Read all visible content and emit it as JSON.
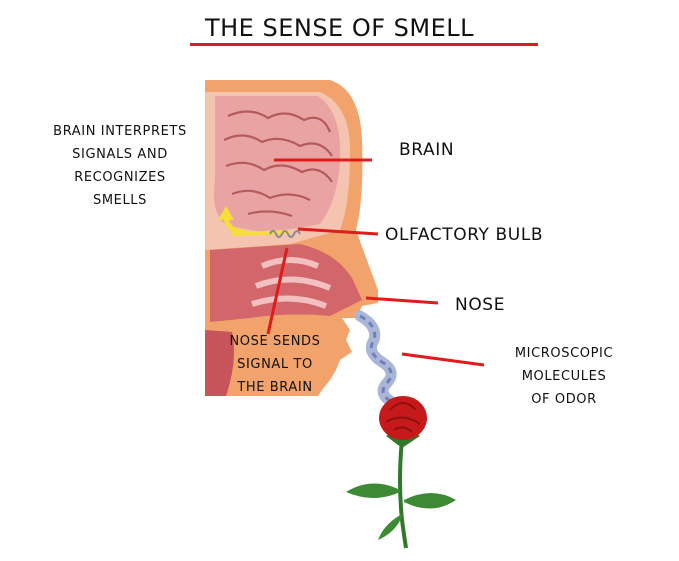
{
  "title": "THE SENSE OF SMELL",
  "labels": {
    "brain": "BRAIN",
    "olfactory_bulb": "OLFACTORY BULB",
    "nose": "NOSE",
    "microscopic_molecules": "MICROSCOPIC\nMOLECULES\nOF ODOR"
  },
  "notes": {
    "brain_interprets": "BRAIN INTERPRETS\nSIGNALS AND\nRECOGNIZES\nSMELLS",
    "nose_sends": "NOSE SENDS\nSIGNAL TO\nTHE BRAIN"
  },
  "colors": {
    "leader_line": "#e01b1b",
    "skin": "#f1a36b",
    "brain": "#e9a3a3",
    "rose": "#c61a1a"
  }
}
